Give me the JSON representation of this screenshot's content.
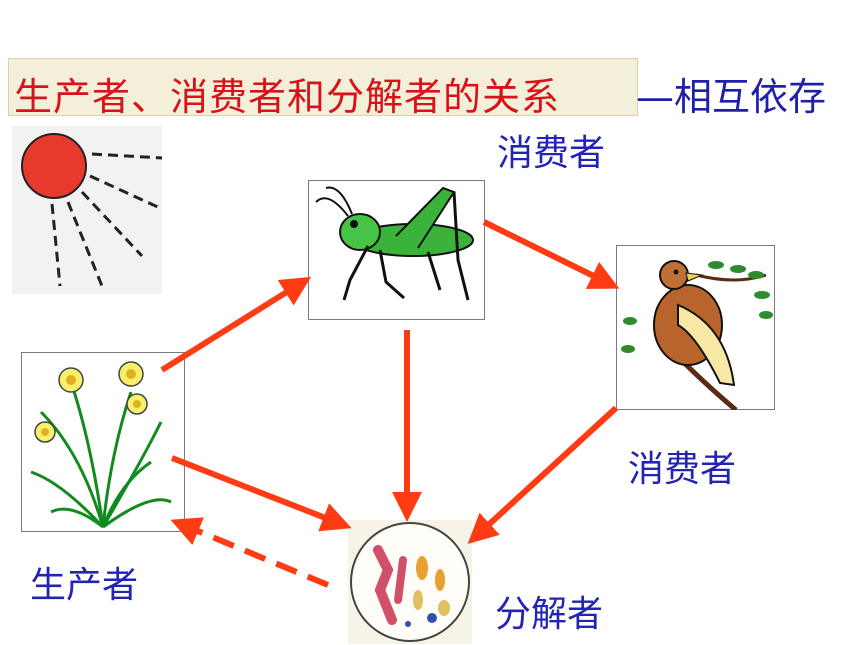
{
  "title": "生产者、消费者和分解者的关系",
  "subtitle": "—相互依存",
  "labels": {
    "consumer_top": "消费者",
    "consumer_right": "消费者",
    "producer": "生产者",
    "decomposer": "分解者"
  },
  "colors": {
    "title_red": "#d8121a",
    "label_blue": "#2323b4",
    "arrow": "#ff3b14"
  },
  "icons": [
    "sun-icon",
    "grasshopper-icon",
    "bird-icon",
    "daffodil-plant-icon",
    "microorganisms-icon"
  ]
}
